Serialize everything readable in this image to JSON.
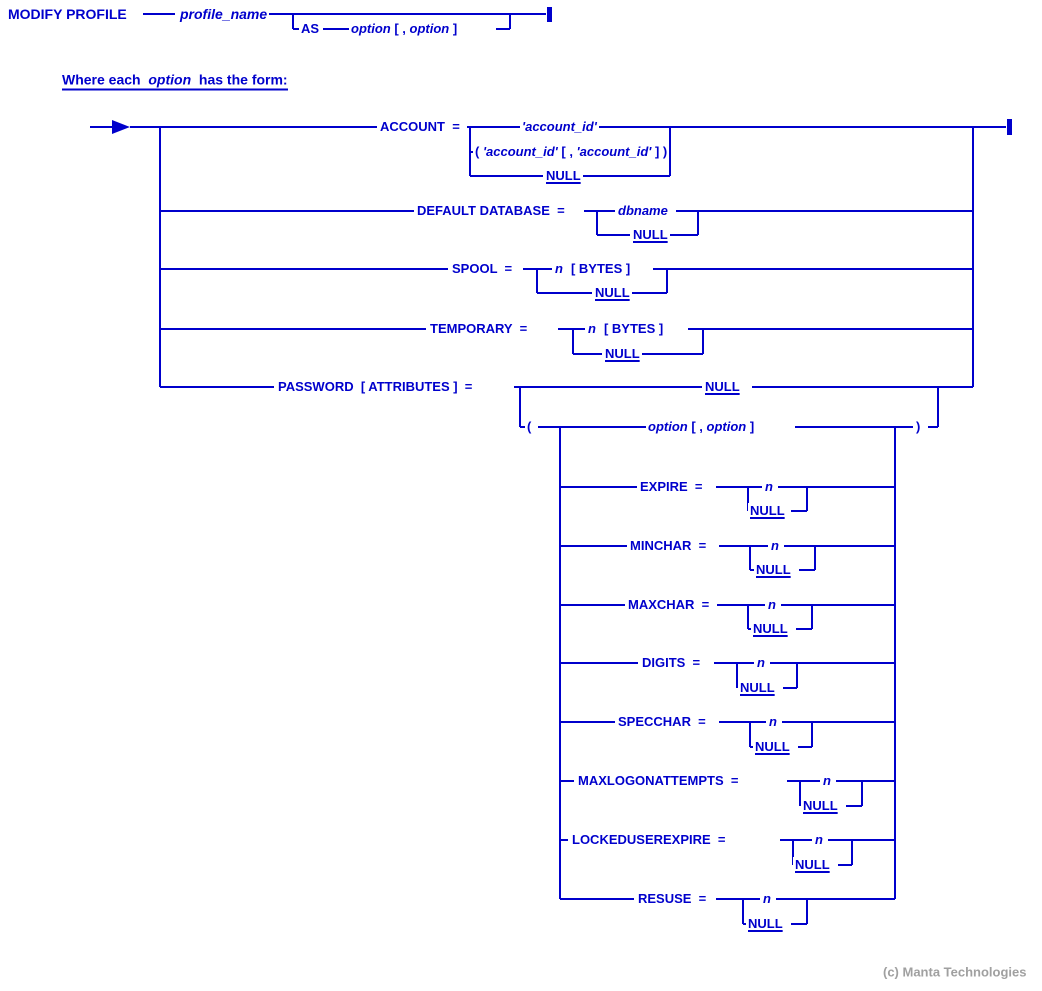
{
  "colors": {
    "diagram_blue": "#0000CC",
    "copyright_gray": "#A0A0A0",
    "background": "#FFFFFF"
  },
  "statement": {
    "keyword": "MODIFY PROFILE",
    "profile_name": "profile_name",
    "as_keyword": "AS",
    "as_option": "option",
    "as_repeat_open": " [ , ",
    "as_repeat_option": "option",
    "as_repeat_close": " ]"
  },
  "subtitle": {
    "pre": "Where each  ",
    "var": "option",
    "post": "  has the form:"
  },
  "options": {
    "account": {
      "label": "ACCOUNT  =",
      "alt_single": "'account_id'",
      "alt_list_open": "( ",
      "alt_list_id1": "'account_id'",
      "alt_list_mid": " [ , ",
      "alt_list_id2": "'account_id'",
      "alt_list_close": " ] )",
      "alt_null": "NULL"
    },
    "default_database": {
      "label": "DEFAULT DATABASE  =",
      "var": "dbname",
      "alt_null": "NULL"
    },
    "spool": {
      "label": "SPOOL  =",
      "var": "n",
      "bytes": "[ BYTES ]",
      "alt_null": "NULL"
    },
    "temporary": {
      "label": "TEMPORARY  =",
      "var": "n",
      "bytes": "[ BYTES ]",
      "alt_null": "NULL"
    },
    "password": {
      "label": "PASSWORD  [ ATTRIBUTES ]  =",
      "alt_null": "NULL",
      "paren_open": "(",
      "option1": "option",
      "repeat_open": " [ , ",
      "option2": "option",
      "repeat_close": " ]",
      "paren_close": ")"
    }
  },
  "password_options": {
    "expire": {
      "label": "EXPIRE  =",
      "var": "n",
      "alt_null": "NULL"
    },
    "minchar": {
      "label": "MINCHAR  =",
      "var": "n",
      "alt_null": "NULL"
    },
    "maxchar": {
      "label": "MAXCHAR  =",
      "var": "n",
      "alt_null": "NULL"
    },
    "digits": {
      "label": "DIGITS  =",
      "var": "n",
      "alt_null": "NULL"
    },
    "specchar": {
      "label": "SPECCHAR  =",
      "var": "n",
      "alt_null": "NULL"
    },
    "maxlogonattempts": {
      "label": "MAXLOGONATTEMPTS  =",
      "var": "n",
      "alt_null": "NULL"
    },
    "lockeduserexpire": {
      "label": "LOCKEDUSEREXPIRE  =",
      "var": "n",
      "alt_null": "NULL"
    },
    "resuse": {
      "label": "RESUSE  =",
      "var": "n",
      "alt_null": "NULL"
    }
  },
  "footer": {
    "copyright": "(c) Manta Technologies"
  }
}
